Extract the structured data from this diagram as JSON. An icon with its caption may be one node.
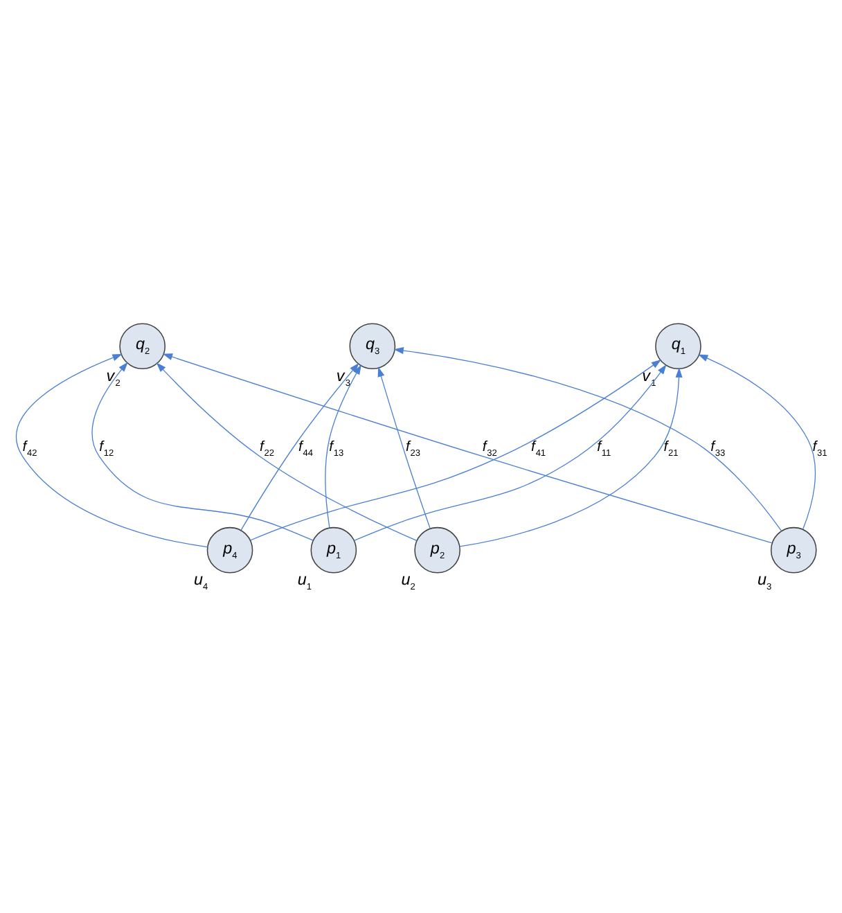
{
  "diagram": {
    "nodes": [
      {
        "text": [
          "q$_{1}$"
        ],
        "beside": [
          "v$_{1}$"
        ]
      },
      {
        "text": [
          "q$_{2}$"
        ],
        "beside": [
          "v$_{2}$"
        ]
      },
      {
        "text": [
          "q$_{3}$"
        ],
        "beside": [
          "v$_{3}$"
        ]
      },
      {
        "text": [
          "p$_{1}$"
        ],
        "beside": [
          "u$_{1}$"
        ]
      },
      {
        "text": [
          "p$_{2}$"
        ],
        "beside": [
          "u$_{2}$"
        ]
      },
      {
        "text": [
          "p$_{3}$"
        ],
        "beside": [
          "u$_{3}$"
        ]
      },
      {
        "text": [
          "p$_{4}$"
        ],
        "beside": [
          "u$_{4}$"
        ]
      }
    ],
    "edges": [
      {
        "from": 3,
        "to": 0,
        "arrow": "to",
        "label": "f$_{11}$"
      },
      {
        "from": 3,
        "to": 1,
        "arrow": "to",
        "label": "f$_{12}$"
      },
      {
        "from": 3,
        "to": 2,
        "arrow": "to",
        "label": "f$_{13}$"
      },
      {
        "from": 4,
        "to": 0,
        "arrow": "to",
        "label": "f$_{21}$"
      },
      {
        "from": 4,
        "to": 1,
        "arrow": "to",
        "label": "f$_{22}$"
      },
      {
        "from": 4,
        "to": 2,
        "arrow": "to",
        "label": "f$_{23}$"
      },
      {
        "from": 5,
        "to": 0,
        "arrow": "to",
        "label": "f$_{31}$"
      },
      {
        "from": 5,
        "to": 1,
        "arrow": "to",
        "label": "f$_{32}$"
      },
      {
        "from": 5,
        "to": 2,
        "arrow": "to",
        "label": "f$_{33}$"
      },
      {
        "from": 6,
        "to": 0,
        "arrow": "to",
        "label": "f$_{41}$"
      },
      {
        "from": 6,
        "to": 1,
        "arrow": "to",
        "label": "f$_{42}$"
      },
      {
        "from": 6,
        "to": 2,
        "arrow": "to",
        "label": "f$_{44}$"
      }
    ]
  }
}
